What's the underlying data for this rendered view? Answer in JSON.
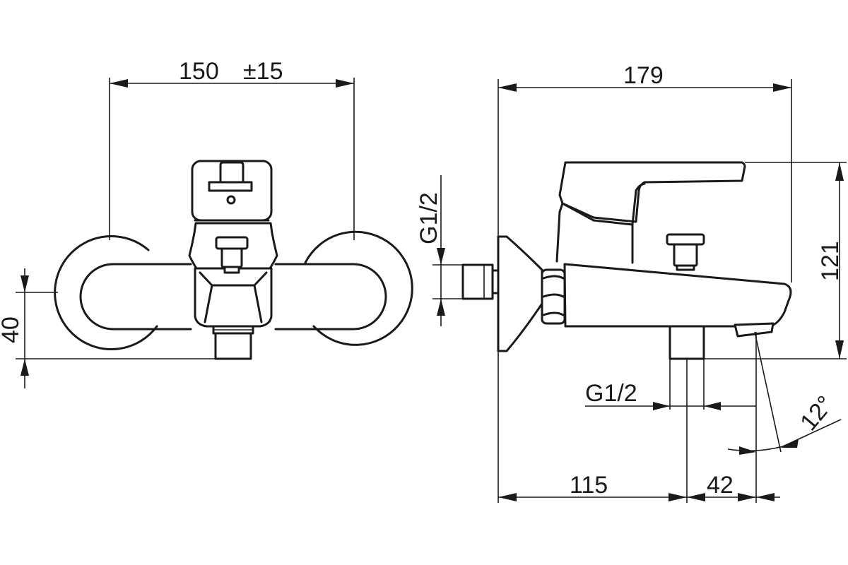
{
  "front_view": {
    "width_dimension": "150",
    "width_tolerance": "±15",
    "height_dimension": "40"
  },
  "side_view": {
    "overall_length": "179",
    "overall_height": "121",
    "inlet_thread": "G1/2",
    "outlet_thread": "G1/2",
    "spout_angle": "12°",
    "length_to_outlet": "115",
    "outlet_to_spout": "42"
  }
}
